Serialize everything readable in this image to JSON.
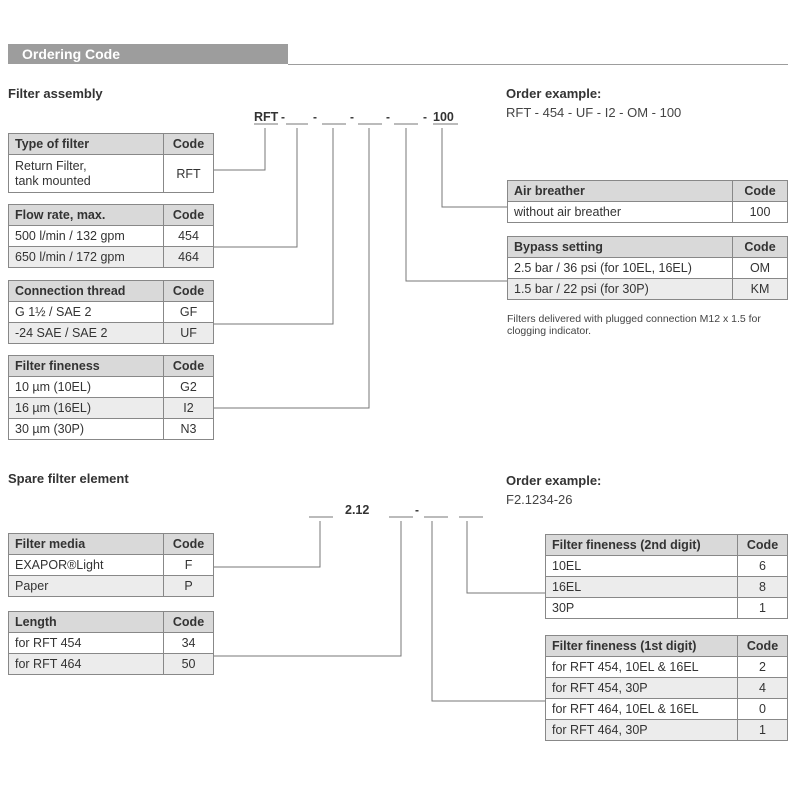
{
  "header": {
    "title": "Ordering Code"
  },
  "filter_assembly": {
    "title": "Filter assembly",
    "code_pattern": {
      "prefix": "RFT",
      "suffix": "100",
      "separator": "-"
    },
    "order_example": {
      "title": "Order example:",
      "value": "RFT - 454 - UF - I2 - OM - 100"
    },
    "type_of_filter": {
      "head": [
        "Type of filter",
        "Code"
      ],
      "rows": [
        [
          "Return Filter,\ntank mounted",
          "RFT"
        ]
      ]
    },
    "flow_rate": {
      "head": [
        "Flow rate, max.",
        "Code"
      ],
      "rows": [
        [
          "500 l/min / 132 gpm",
          "454"
        ],
        [
          "650 l/min / 172 gpm",
          "464"
        ]
      ]
    },
    "connection_thread": {
      "head": [
        "Connection thread",
        "Code"
      ],
      "rows": [
        [
          "G 1½ / SAE 2",
          "GF"
        ],
        [
          "-24 SAE / SAE 2",
          "UF"
        ]
      ]
    },
    "filter_fineness": {
      "head": [
        "Filter fineness",
        "Code"
      ],
      "rows": [
        [
          "10 µm (10EL)",
          "G2"
        ],
        [
          "16 µm (16EL)",
          "I2"
        ],
        [
          "30 µm (30P)",
          "N3"
        ]
      ]
    },
    "air_breather": {
      "head": [
        "Air breather",
        "Code"
      ],
      "rows": [
        [
          "without air breather",
          "100"
        ]
      ]
    },
    "bypass_setting": {
      "head": [
        "Bypass setting",
        "Code"
      ],
      "rows": [
        [
          "2.5 bar / 36 psi (for 10EL, 16EL)",
          "OM"
        ],
        [
          "1.5 bar / 22 psi (for 30P)",
          "KM"
        ]
      ]
    },
    "note": "Filters delivered with plugged connection M12 x 1.5 for clogging indicator."
  },
  "spare_element": {
    "title": "Spare filter element",
    "code_pattern": {
      "middle": "2.12",
      "separator": "-"
    },
    "order_example": {
      "title": "Order example:",
      "value": "F2.1234-26"
    },
    "filter_media": {
      "head": [
        "Filter media",
        "Code"
      ],
      "rows": [
        [
          "EXAPOR®Light",
          "F"
        ],
        [
          "Paper",
          "P"
        ]
      ]
    },
    "length": {
      "head": [
        "Length",
        "Code"
      ],
      "rows": [
        [
          "for RFT 454",
          "34"
        ],
        [
          "for RFT 464",
          "50"
        ]
      ]
    },
    "fineness_2nd": {
      "head": [
        "Filter fineness (2nd digit)",
        "Code"
      ],
      "rows": [
        [
          "10EL",
          "6"
        ],
        [
          "16EL",
          "8"
        ],
        [
          "30P",
          "1"
        ]
      ]
    },
    "fineness_1st": {
      "head": [
        "Filter fineness (1st digit)",
        "Code"
      ],
      "rows": [
        [
          "for RFT 454, 10EL & 16EL",
          "2"
        ],
        [
          "for RFT 454, 30P",
          "4"
        ],
        [
          "for RFT 464, 10EL & 16EL",
          "0"
        ],
        [
          "for RFT 464, 30P",
          "1"
        ]
      ]
    }
  }
}
